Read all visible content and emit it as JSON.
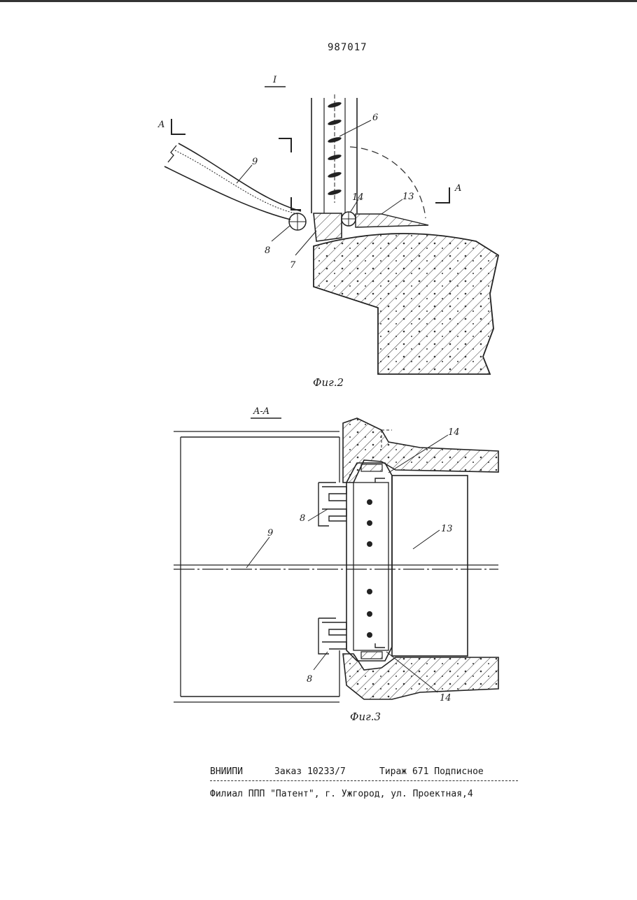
{
  "document": {
    "page_number": "987017",
    "footer": {
      "org": "ВНИИПИ",
      "order": "Заказ 10233/7",
      "circulation": "Тираж 671",
      "subscription": "Подписное",
      "address": "Филиал ППП \"Патент\", г. Ужгород, ул. Проектная,4"
    }
  },
  "figure2": {
    "view_label": "I",
    "section_marker": "A",
    "caption": "Фиг.2",
    "labels": {
      "l6": "6",
      "l9": "9",
      "l14": "14",
      "l13": "13",
      "l8": "8",
      "l7": "7"
    }
  },
  "figure3": {
    "section_title": "A-A",
    "caption": "Фиг.3",
    "labels": {
      "l14_top": "14",
      "l13": "13",
      "l9": "9",
      "l8_top": "8",
      "l8_bottom": "8",
      "l14_bottom": "14"
    }
  }
}
